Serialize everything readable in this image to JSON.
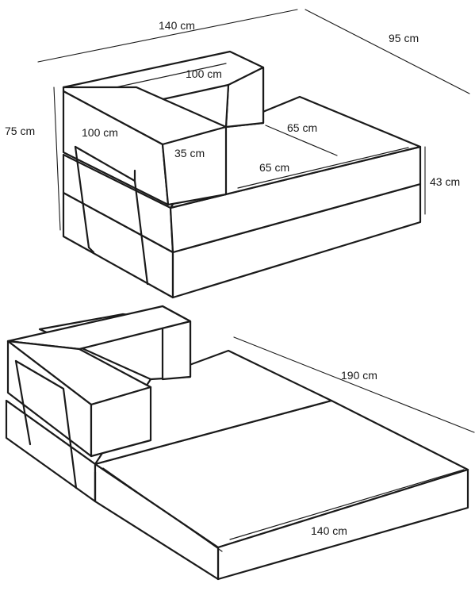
{
  "top_view": {
    "width_label": "140 cm",
    "depth_label": "95 cm",
    "height_label": "75 cm",
    "seat_height_label": "43 cm",
    "armrest_length_label": "100 cm",
    "backrest_length_label": "100 cm",
    "armrest_width_label": "35 cm",
    "seat_depth_label": "65 cm",
    "seat_width_label": "65 cm"
  },
  "bottom_view": {
    "length_label": "190 cm",
    "width_label": "140 cm"
  }
}
